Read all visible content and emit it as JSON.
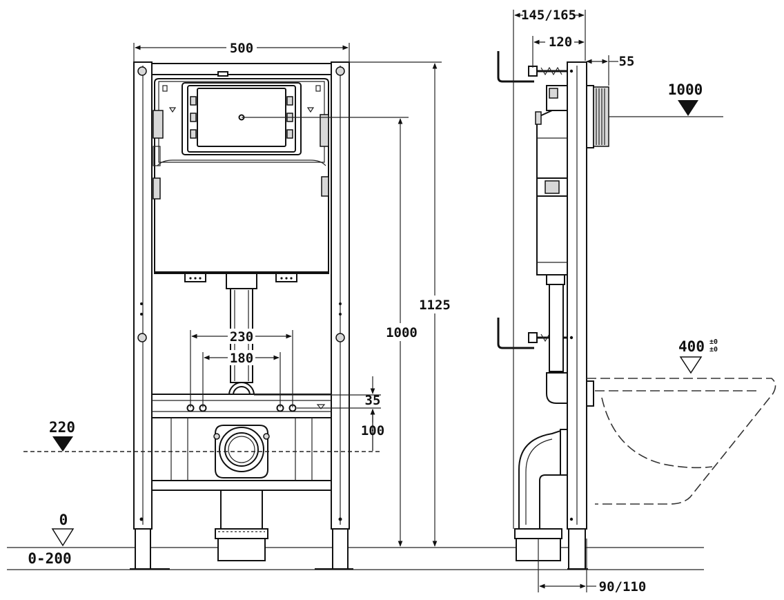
{
  "drawing": {
    "front_view": {
      "width_label": "500",
      "height_label": "1125",
      "plate_height_label": "1000",
      "outer_spacing_label": "230",
      "inner_spacing_label": "180",
      "offset_35_label": "35",
      "offset_100_label": "100",
      "level_drain": "220",
      "level_floor": "0",
      "level_floor_range": "0-200"
    },
    "side_view": {
      "depth_outer_label": "145/165",
      "depth_inner_label": "120",
      "plate_depth_label": "55",
      "level_plate": "1000",
      "level_bowl": "400",
      "bowl_tolerance": "±0\n±0",
      "bottom_offset_label": "90/110"
    }
  }
}
